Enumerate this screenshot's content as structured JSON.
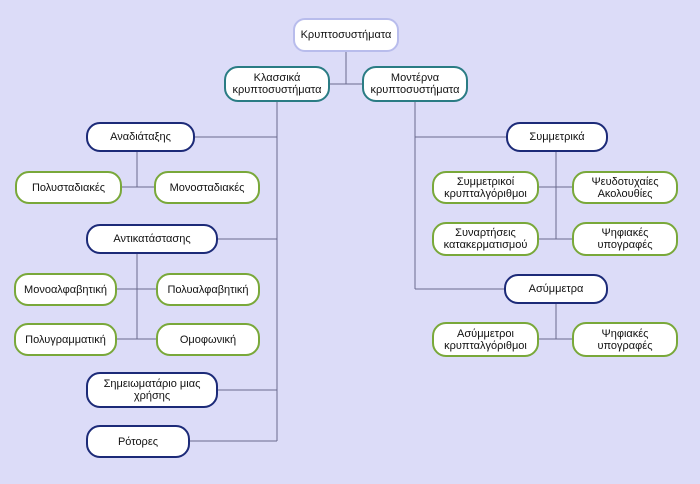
{
  "colors": {
    "background": "#dcdcf8",
    "root_border": "#b8bcec",
    "category_border": "#2a7c84",
    "group_border": "#1c2a78",
    "leaf_border": "#79a83a",
    "connector": "#6a6a8e"
  },
  "tree": {
    "root": "Κρυπτοσυστήματα",
    "classical": {
      "label": "Κλασσικά κρυπτοσυστήματα",
      "transposition": {
        "label": "Αναδιάταξης",
        "multi_stage": "Πολυσταδιακές",
        "single_stage": "Μονοσταδιακές"
      },
      "substitution": {
        "label": "Αντικατάστασης",
        "monoalphabetic": "Μονοαλφαβητική",
        "polyalphabetic": "Πολυαλφαβητική",
        "polygrammatic": "Πολυγραμματική",
        "homophonic": "Ομοφωνική"
      },
      "one_time_pad": "Σημειωματάριο μιας χρήσης",
      "rotors": "Ρότορες"
    },
    "modern": {
      "label": "Μοντέρνα κρυπτοσυστήματα",
      "symmetric": {
        "label": "Συμμετρικά",
        "symmetric_algorithms": "Συμμετρικοί κρυπταλγόριθμοι",
        "pseudorandom_sequences": "Ψευδοτυχαίες Ακολουθίες",
        "hash_functions": "Συναρτήσεις κατακερματισμού",
        "digital_signatures": "Ψηφιακές υπογραφές"
      },
      "asymmetric": {
        "label": "Ασύμμετρα",
        "asymmetric_algorithms": "Ασύμμετροι κρυπταλγόριθμοι",
        "digital_signatures": "Ψηφιακές υπογραφές"
      }
    }
  }
}
